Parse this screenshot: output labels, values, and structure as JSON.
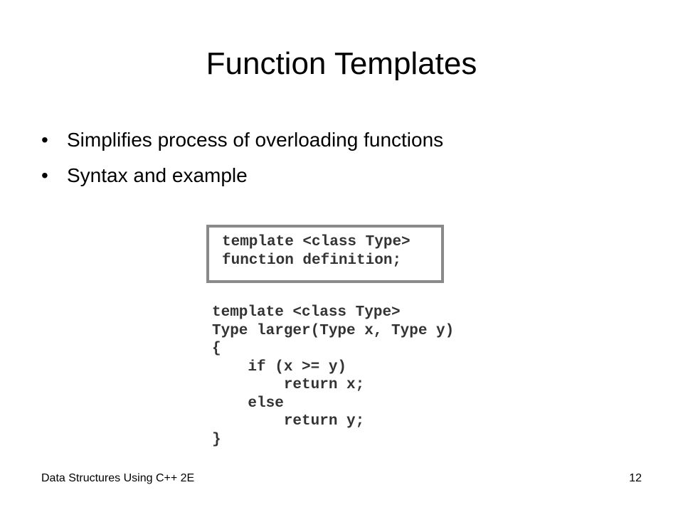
{
  "slide": {
    "title": "Function Templates",
    "bullets": [
      "Simplifies process of overloading functions",
      "Syntax and example"
    ],
    "bullet_symbol": "•",
    "syntax_lines": [
      "template <class Type>",
      "function definition;"
    ],
    "example_lines": [
      "template <class Type>",
      "Type larger(Type x, Type y)",
      "{",
      "    if (x >= y)",
      "        return x;",
      "    else",
      "        return y;",
      "}"
    ],
    "footer": {
      "course": "Data Structures Using C++ 2E",
      "page_number": "12"
    }
  }
}
